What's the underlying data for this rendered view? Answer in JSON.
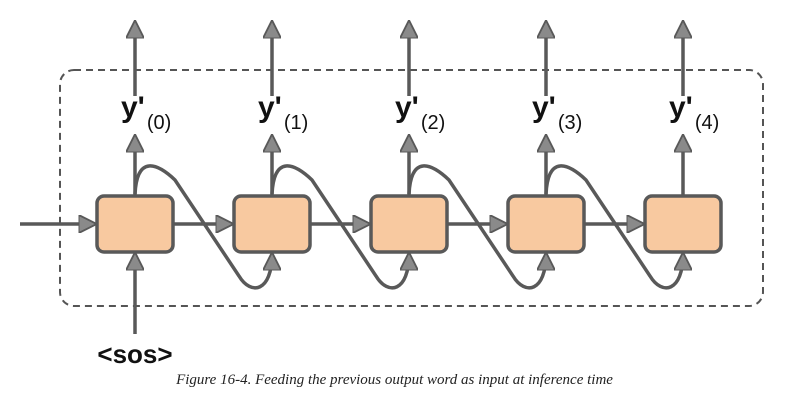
{
  "diagram": {
    "cells": [
      {
        "output_main": "y'",
        "output_sub": "(0)"
      },
      {
        "output_main": "y'",
        "output_sub": "(1)"
      },
      {
        "output_main": "y'",
        "output_sub": "(2)"
      },
      {
        "output_main": "y'",
        "output_sub": "(3)"
      },
      {
        "output_main": "y'",
        "output_sub": "(4)"
      }
    ],
    "start_token": "<sos>",
    "colors": {
      "cell_fill": "#f8c9a0",
      "stroke": "#595959",
      "arrow_head": "#8a8a8a",
      "dashed_border": "#555555"
    }
  },
  "caption": "Figure 16-4. Feeding the previous output word as input at inference time"
}
